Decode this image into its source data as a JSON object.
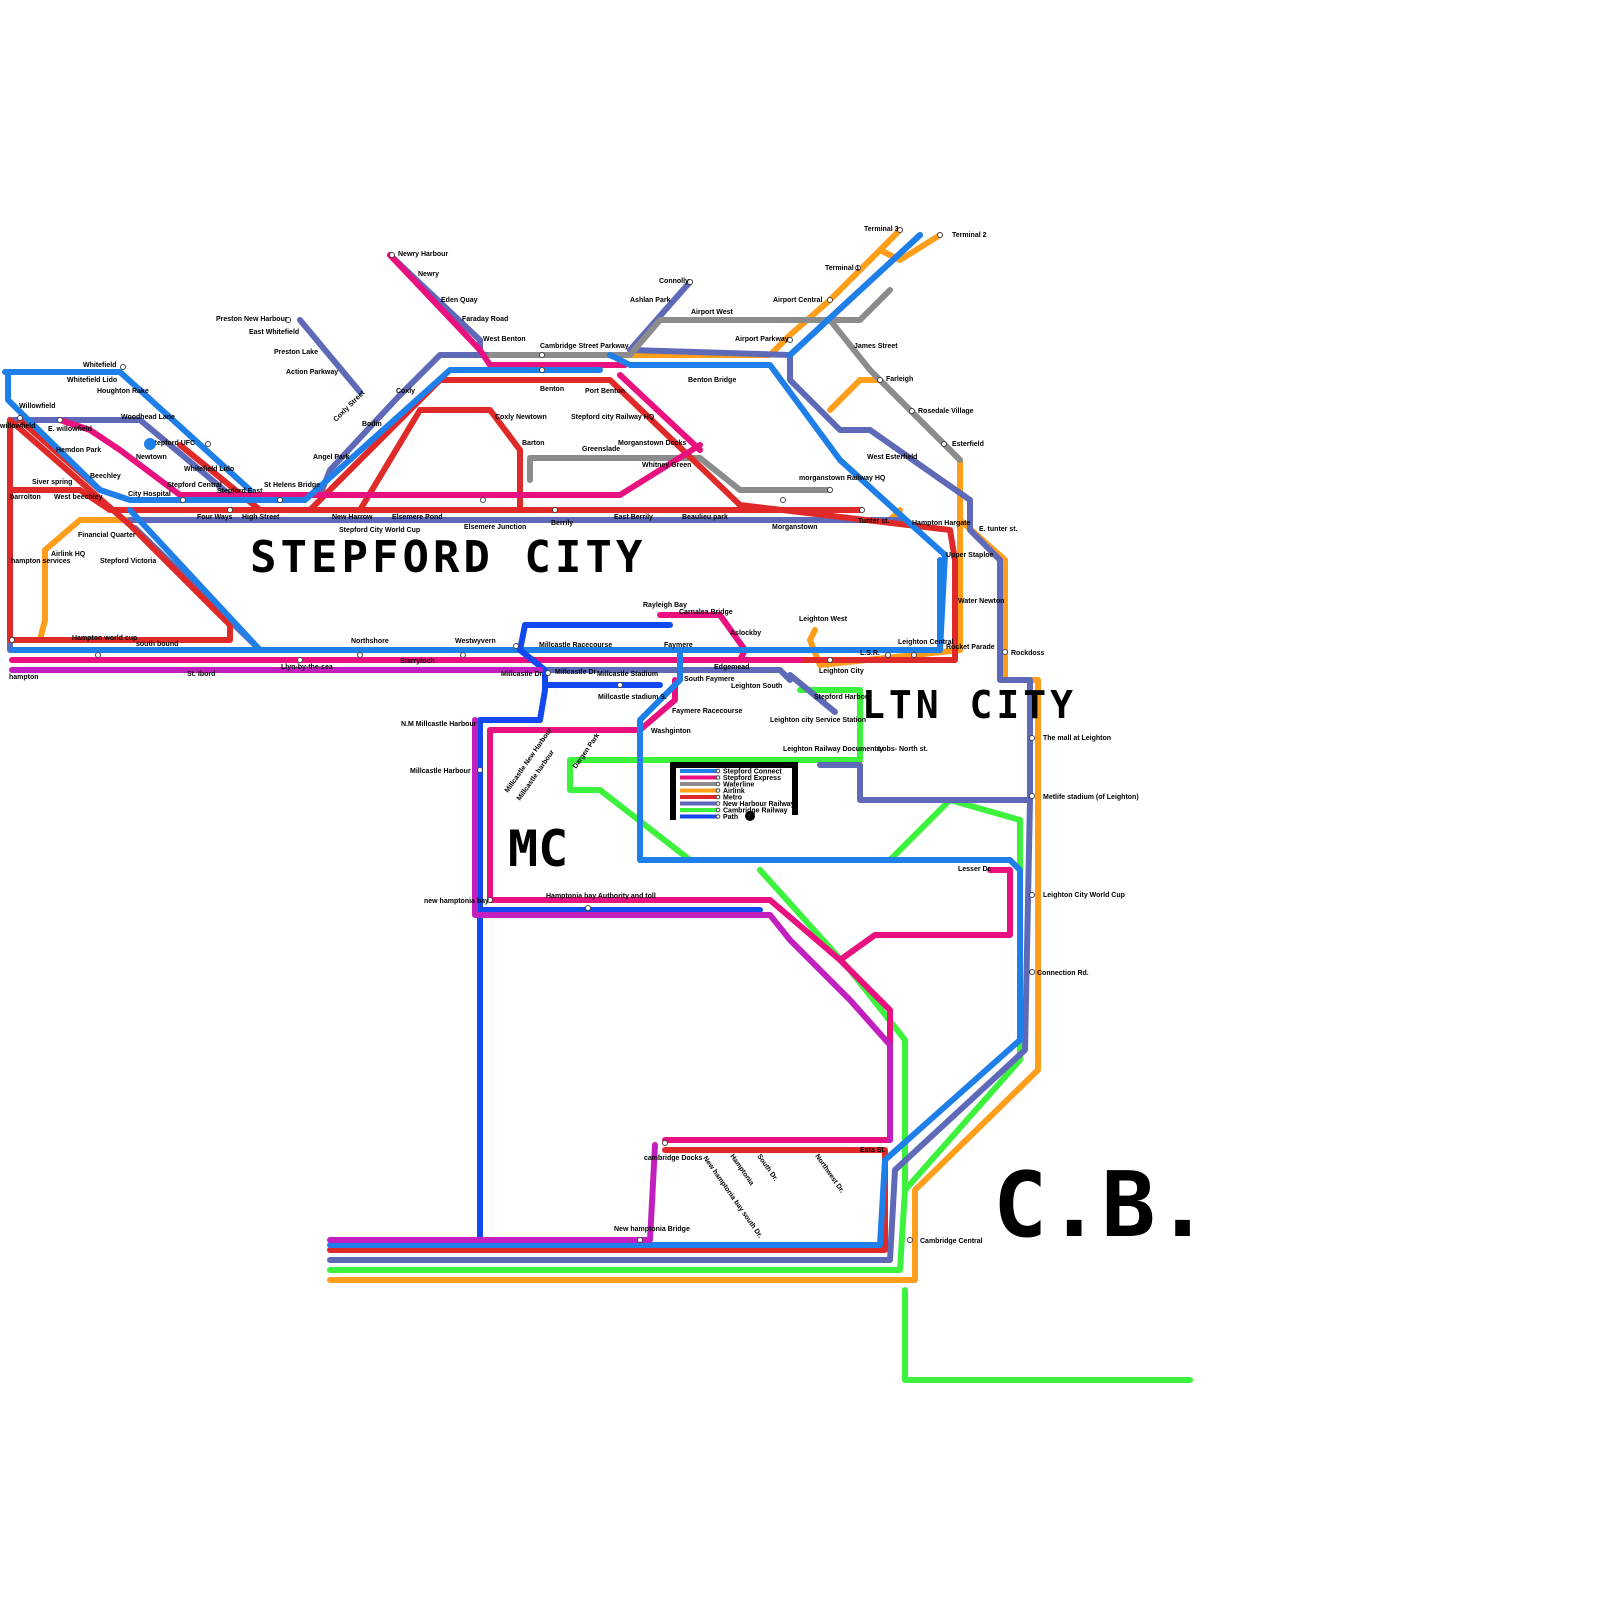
{
  "map": {
    "region_labels": [
      "STEPFORD CITY",
      "LTN CITY",
      "MC",
      "C.B."
    ],
    "lines": [
      {
        "name": "Stepford Connect",
        "color": "#1f7fe8"
      },
      {
        "name": "Stepford Express",
        "color": "#e8117f"
      },
      {
        "name": "Waterline",
        "color": "#8c8c8c"
      },
      {
        "name": "Airlink",
        "color": "#ff9e1b"
      },
      {
        "name": "Metro",
        "color": "#e02a2a"
      },
      {
        "name": "New Harbour Railway",
        "color": "#5e6ab8"
      },
      {
        "name": "Cambridge Railway",
        "color": "#3cf23c"
      },
      {
        "name": "Path",
        "color": "#1148f0"
      }
    ],
    "extra_colors": {
      "magenta": "#c21fbf"
    },
    "stations": [
      "Terminal 3",
      "Terminal 2",
      "Terminal 1",
      "Connolly",
      "Ashlan Park",
      "Airport Central",
      "Airport West",
      "Airport Parkway",
      "James Street",
      "Farleigh",
      "Rosedale Village",
      "Esterfield",
      "West Esterfield",
      "morganstown Railway HQ",
      "Hampton Hargate",
      "E. tunter st.",
      "Tunter st.",
      "Upper Staploe",
      "Water Newton",
      "Rocket Parade",
      "Rockdoss",
      "Leighton Central",
      "L.S.R.",
      "Leighton West",
      "Leighton City",
      "Leighton South",
      "Stepford Harbour",
      "Leighton city Service Station",
      "Leighton Railway Documentry",
      "Lobs- North st.",
      "The mall at Leighton",
      "Metlife stadium (of Leighton)",
      "Lesser Dr.",
      "Leighton City World Cup",
      "Connection Rd.",
      "Cambridge Central",
      "Newry Harbour",
      "Newry",
      "Eden Quay",
      "Faraday Road",
      "West Benton",
      "Cambridge Street Parkway",
      "Benton",
      "Benton Bridge",
      "Port Benton",
      "Stepford city Railway HQ",
      "Morganstown Docks",
      "Greenslade",
      "Whitney Green",
      "Barton",
      "Coxly Newtown",
      "Coxly",
      "Coxly Street",
      "Bodin",
      "Angel Park",
      "Preston New Harbour",
      "East Whitefield",
      "Preston Lake",
      "Action Parkway",
      "Whitefield",
      "Whitefield Lido",
      "Houghton Rake",
      "Woodhead Lane",
      "Willowfield",
      "willowfield",
      "E. willowfield",
      "Hemdon Park",
      "Stepford UFC",
      "Newtown",
      "Whitefield Lido",
      "Beechley",
      "Siver spring",
      "barrolton",
      "West beechley",
      "City Hospital",
      "Stepford Central",
      "Stepford East",
      "St Helens Bridge",
      "Four Ways",
      "High Street",
      "New Harrow",
      "Elsemere Pond",
      "Stepford City World Cup",
      "Elsemere Junction",
      "Berrily",
      "East Berrily",
      "Beaulieu park",
      "Morganstown",
      "Financial Quarter",
      "Airlink HQ",
      "hampton services",
      "Stepford Victoria",
      "Hampton world cup",
      "south bound",
      "hampton",
      "St. Ibord",
      "Llyn-by-the-sea",
      "Northshore",
      "Starryloch",
      "Westwyvern",
      "Millcastle Dr.",
      "Millcastle Racecourse",
      "Rayleigh Bay",
      "Carnalea Bridge",
      "Faymere",
      "Aslockby",
      "Edgemead",
      "Millcastle Dr",
      "Millcastle Stadium",
      "South Faymere",
      "Millcastle stadium S.",
      "Faymere Racecourse",
      "Washginton",
      "Dargen Park",
      "Millcastle New Harbour",
      "Millcastle harbour",
      "N.M Millcastle Harbour",
      "Millcastle Harbour",
      "new hamptonia bay",
      "Hamptonia bay Authority and toll",
      "cambridge Docks",
      "New hamptonia bay south Dr.",
      "Hamptonia",
      "South Dr.",
      "Northwest Dr.",
      "Esta St.",
      "New hamptonia Bridge"
    ]
  }
}
